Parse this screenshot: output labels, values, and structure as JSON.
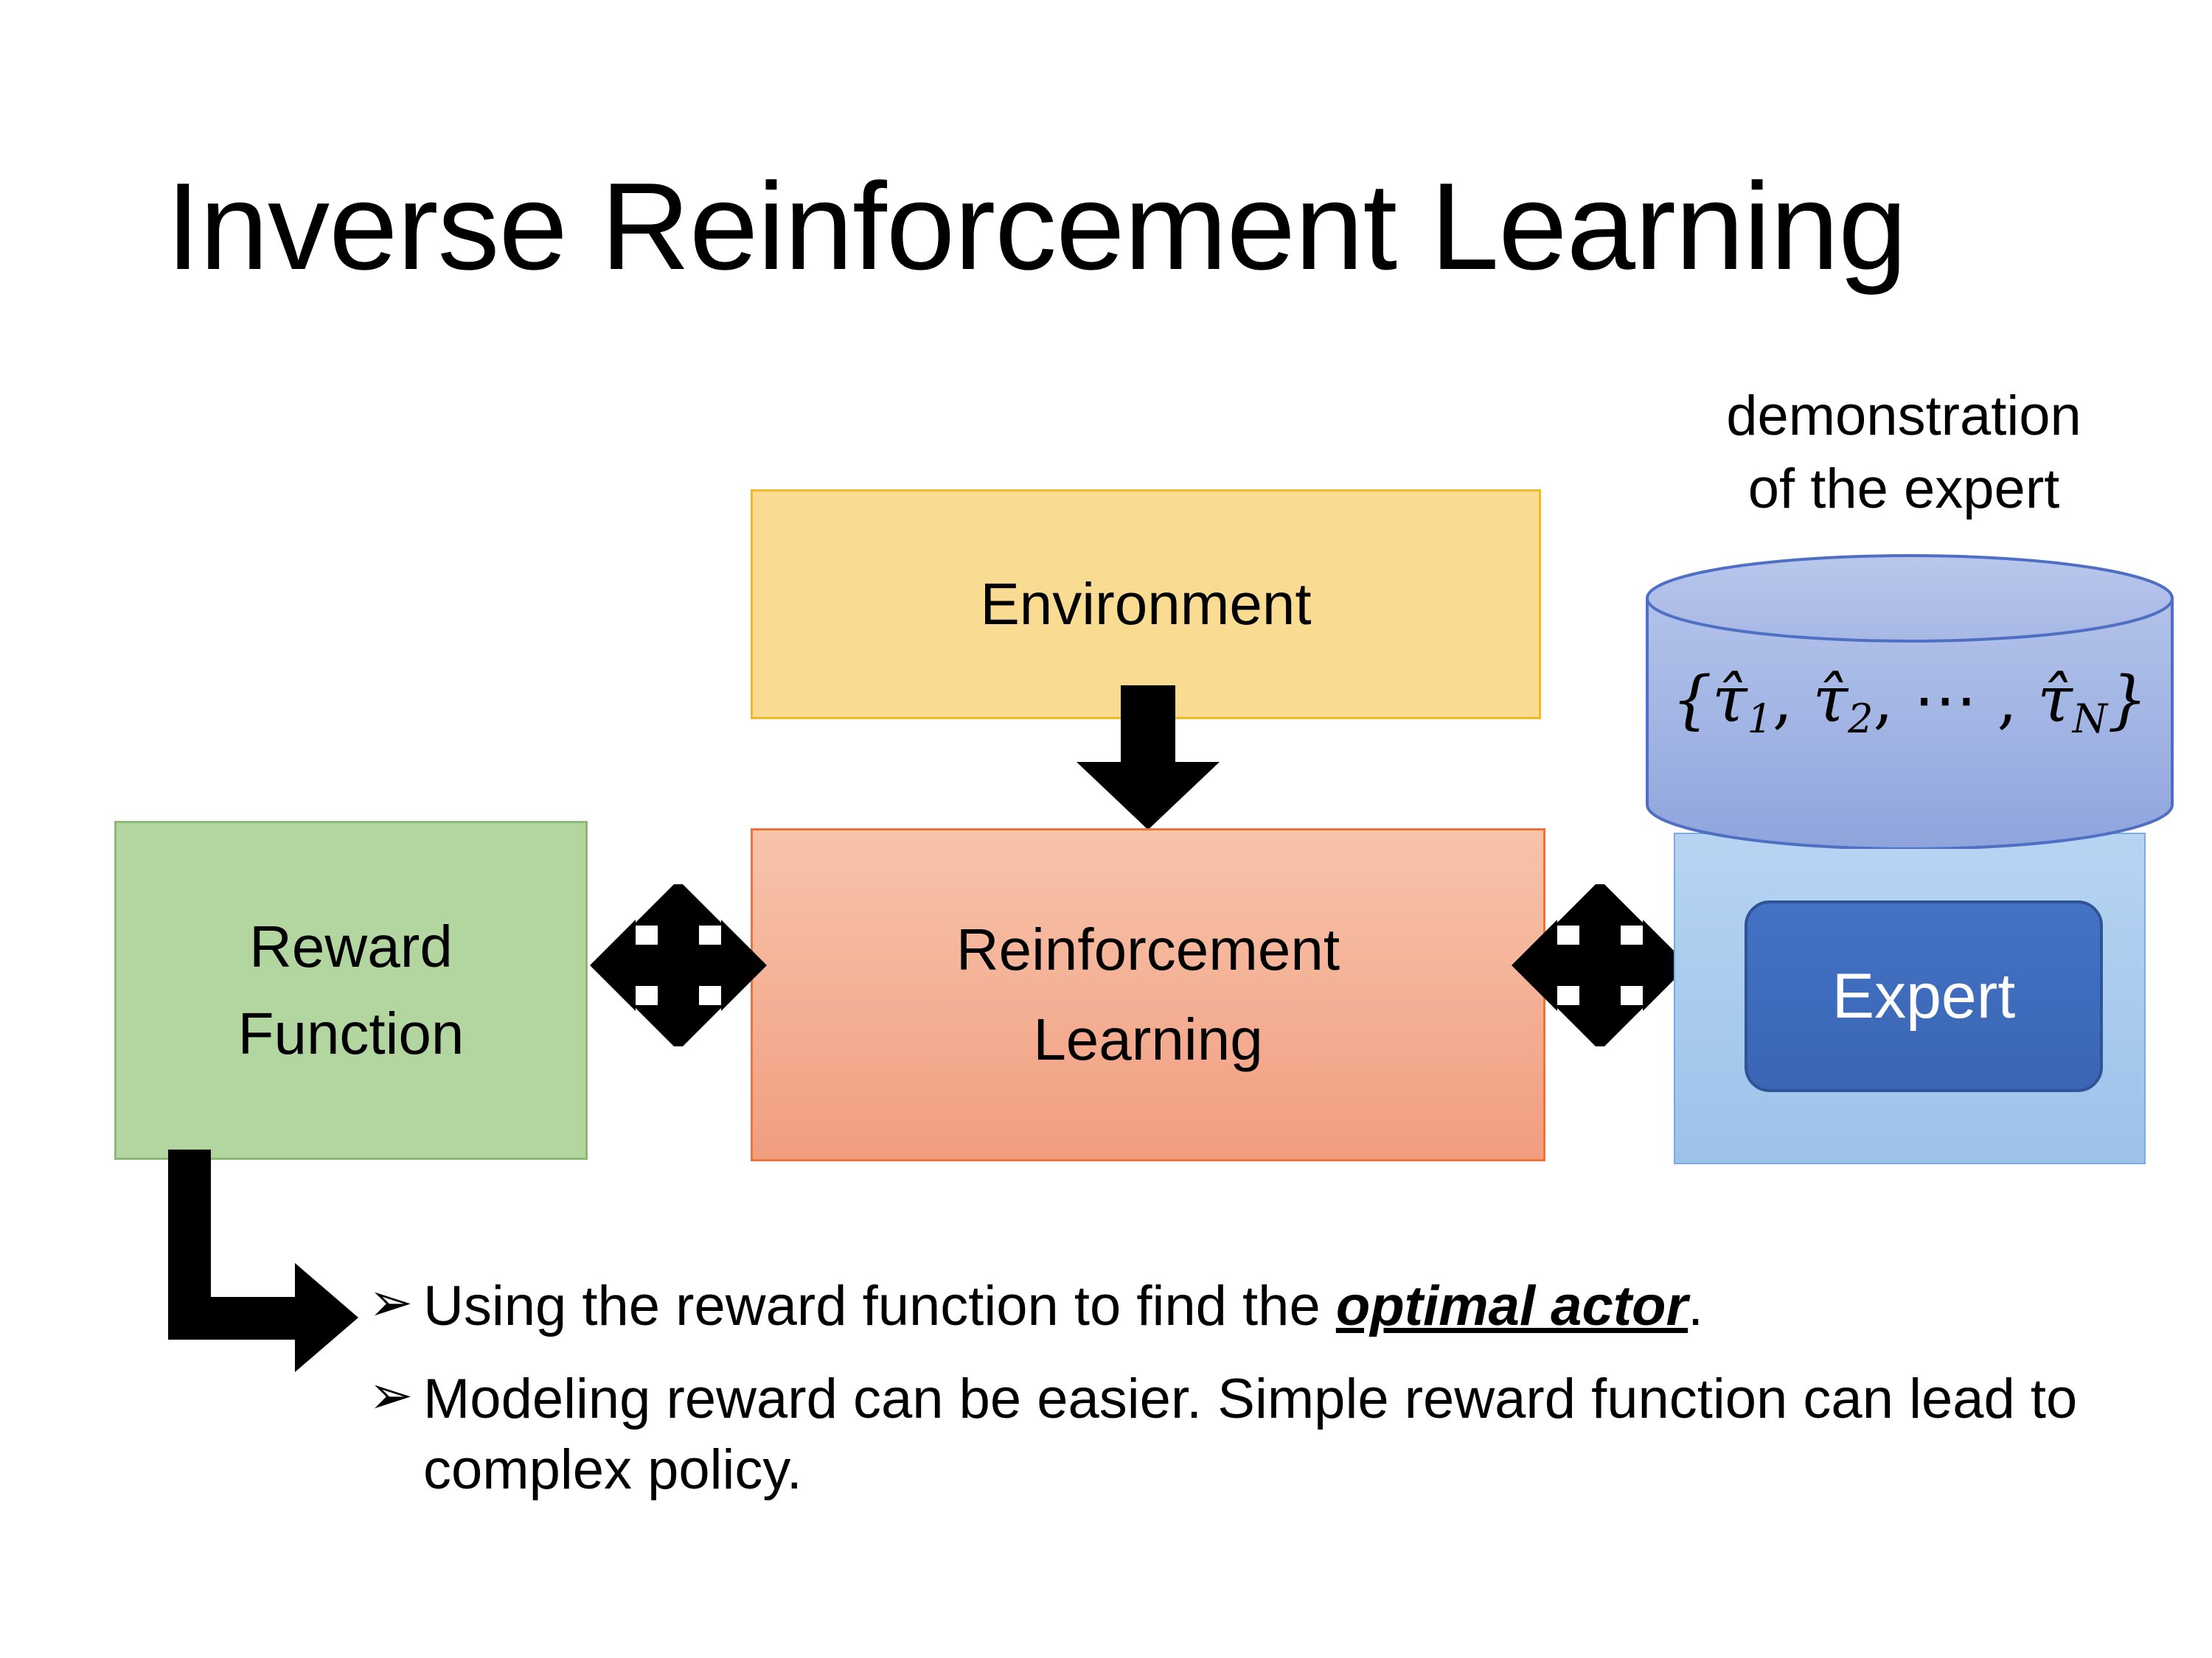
{
  "slide": {
    "title": "Inverse Reinforcement Learning",
    "background_color": "#FFFFFF"
  },
  "diagram": {
    "environment": {
      "label": "Environment",
      "fill_color": "#FADB92",
      "border_color": "#F0B929"
    },
    "reinforcement_learning": {
      "label_line1": "Reinforcement",
      "label_line2": "Learning",
      "fill_color_top": "#F7C3AB",
      "fill_color_bottom": "#F19D80",
      "border_color": "#E9753D"
    },
    "reward_function": {
      "label_line1": "Reward",
      "label_line2": "Function",
      "fill_color": "#B3D6A1",
      "border_color": "#8CB878"
    },
    "expert_group": {
      "caption_line1": "demonstration",
      "caption_line2": "of the expert",
      "cylinder_formula_prefix": "{",
      "cylinder_formula": "{τ̂1, τ̂2, ⋯ , τ̂N}",
      "cylinder_tokens": {
        "open_brace": "{",
        "tau1": "τ̂",
        "sub1": "1",
        "sep1": ", ",
        "tau2": "τ̂",
        "sub2": "2",
        "sep2": ", ",
        "ellipsis": "⋯",
        "sep3": " , ",
        "tauN": "τ̂",
        "subN": "N",
        "close_brace": "}"
      },
      "cylinder_fill_top": "#AEBFE8",
      "cylinder_fill_bottom": "#8FA7DE",
      "cylinder_border": "#4E6FC4",
      "panel_fill_top": "#B7D4F2",
      "panel_fill_bottom": "#9CC2EA",
      "expert_label": "Expert",
      "expert_fill": "#4472C4",
      "expert_border": "#2E5396",
      "expert_text_color": "#FFFFFF"
    },
    "connectors": {
      "environment_to_rl": "down-arrow",
      "reward_to_rl": "quad-arrow",
      "rl_to_expert": "quad-arrow",
      "reward_to_bullets": "bent-arrow",
      "color": "#000000"
    }
  },
  "bullets": {
    "marker": "➢",
    "items": [
      {
        "text_before": "Using the reward function to find the ",
        "emphasis": "optimal actor",
        "text_after": "."
      },
      {
        "text_before": "Modeling reward can be easier. Simple reward function can lead to complex policy.",
        "emphasis": "",
        "text_after": ""
      }
    ]
  }
}
